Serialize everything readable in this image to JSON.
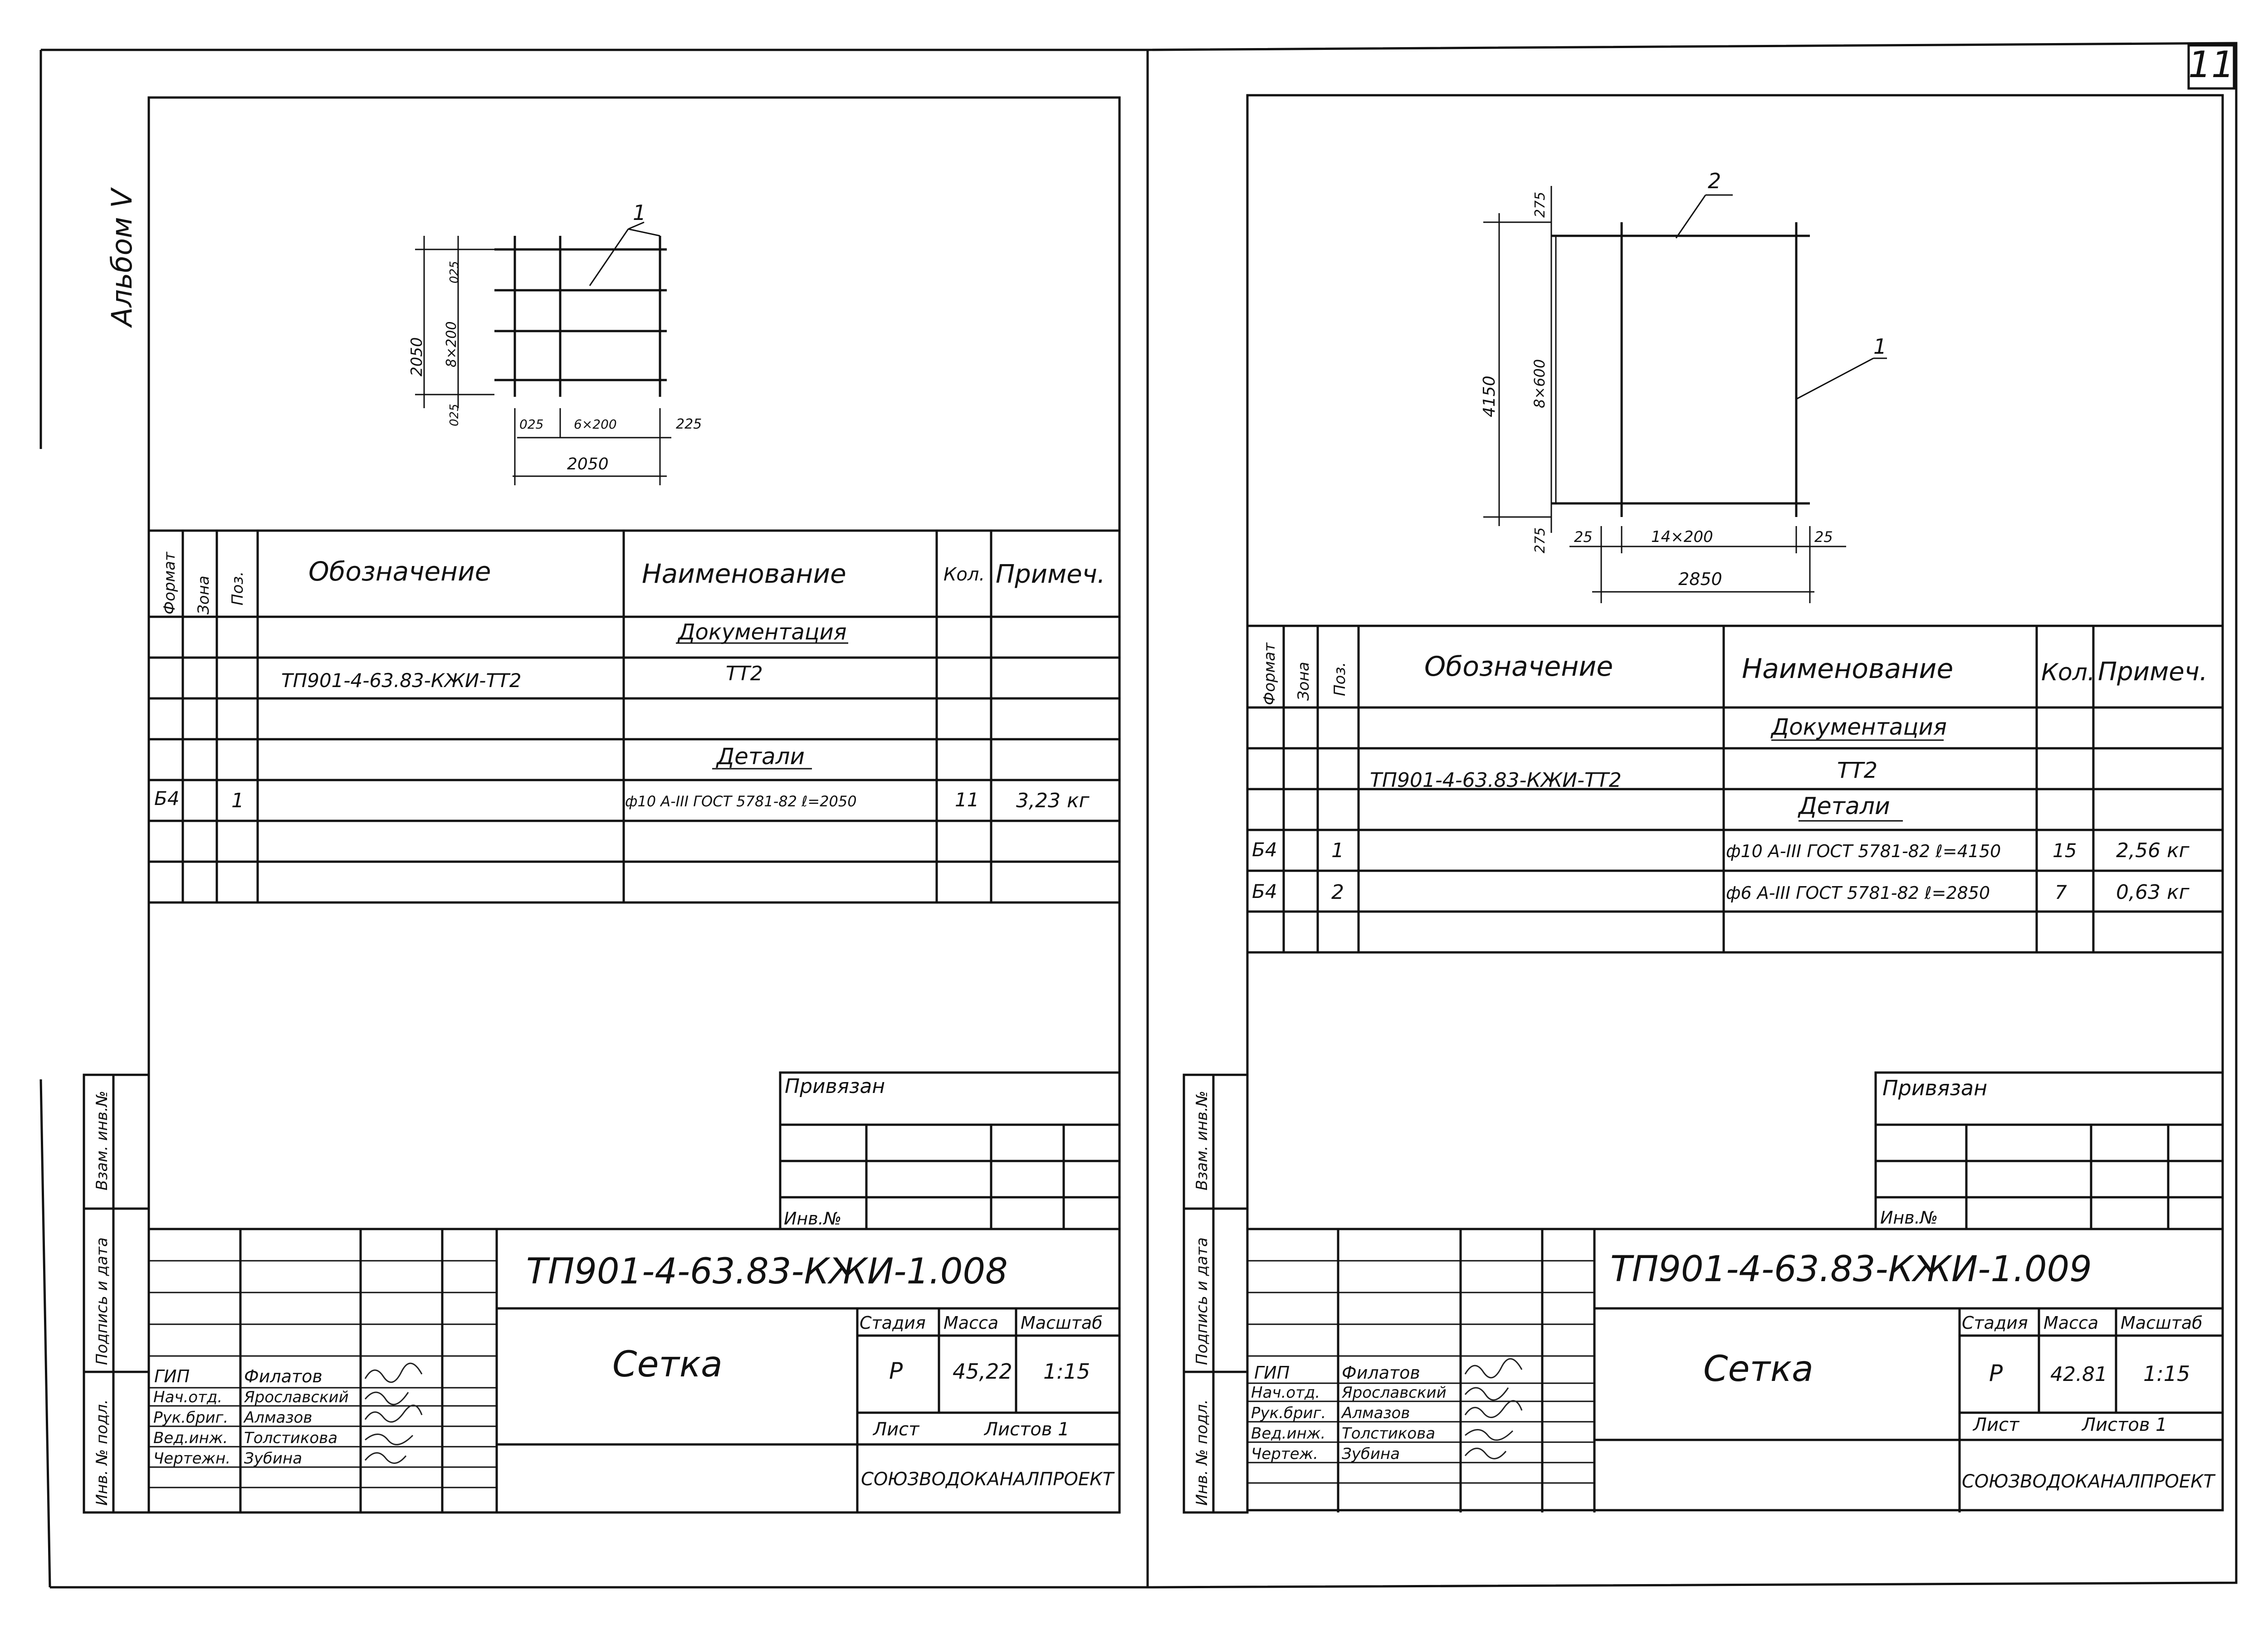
{
  "page_number": "11",
  "album_label": "Альбом V",
  "side_stamp": {
    "vzam_inv": "Взам. инв.№",
    "podpis_data": "Подпись и дата",
    "inv_podl": "Инв. № подл."
  },
  "common": {
    "header_format": "Формат",
    "header_zona": "Зона",
    "header_poz": "Поз.",
    "header_oboznachenie": "Обозначение",
    "header_naimenovanie": "Наименование",
    "header_kol": "Кол.",
    "header_primech": "Примеч.",
    "section_docs": "Документация",
    "section_details": "Детали",
    "privyazan": "Привязан",
    "inv_no": "Инв.№",
    "stadiya_label": "Стадия",
    "massa_label": "Масса",
    "masshtab_label": "Масштаб",
    "list_label": "Лист",
    "listov_label": "Листов 1",
    "org": "СОЮЗВОДОКАНАЛПРОЕКТ"
  },
  "sheet_left": {
    "drawing": {
      "leader_label": "1",
      "dim_height": "2050",
      "dim_rows": "8×200",
      "dim_top": "025",
      "dim_bottom": "025",
      "dim_left_off": "025",
      "dim_cols": "6×200",
      "dim_right_off": "225",
      "dim_width": "2050"
    },
    "spec_doc_code": "ТП901-4-63.83-КЖИ-ТТ2",
    "spec_doc_name": "ТТ2",
    "spec_rows": [
      {
        "format": "Б4",
        "poz": "1",
        "name": "ф10 А-III ГОСТ 5781-82 ℓ=2050",
        "qty": "11",
        "note": "3,23 кг"
      }
    ],
    "title_code": "ТП901-4-63.83-КЖИ-1.008",
    "title_name": "Сетка",
    "stadiya": "Р",
    "massa": "45,22",
    "masshtab": "1:15",
    "signatures": [
      {
        "role": "ГИП",
        "name": "Филатов"
      },
      {
        "role": "Нач.отд.",
        "name": "Ярославский"
      },
      {
        "role": "Рук.бриг.",
        "name": "Алмазов"
      },
      {
        "role": "Вед.инж.",
        "name": "Толстикова"
      },
      {
        "role": "Чертежн.",
        "name": "Зубина"
      }
    ]
  },
  "sheet_right": {
    "drawing": {
      "leader_label_top": "2",
      "leader_label_side": "1",
      "dim_height": "4150",
      "dim_rows": "8×600",
      "dim_top": "275",
      "dim_bottom": "275",
      "dim_left_off": "25",
      "dim_cols": "14×200",
      "dim_right_off": "25",
      "dim_width": "2850"
    },
    "spec_doc_code": "ТП901-4-63.83-КЖИ-ТТ2",
    "spec_doc_name": "ТТ2",
    "spec_rows": [
      {
        "format": "Б4",
        "poz": "1",
        "name": "ф10 А-III ГОСТ 5781-82 ℓ=4150",
        "qty": "15",
        "note": "2,56 кг"
      },
      {
        "format": "Б4",
        "poz": "2",
        "name": "ф6 А-III ГОСТ 5781-82 ℓ=2850",
        "qty": "7",
        "note": "0,63 кг"
      }
    ],
    "title_code": "ТП901-4-63.83-КЖИ-1.009",
    "title_name": "Сетка",
    "stadiya": "Р",
    "massa": "42.81",
    "masshtab": "1:15",
    "signatures": [
      {
        "role": "ГИП",
        "name": "Филатов"
      },
      {
        "role": "Нач.отд.",
        "name": "Ярославский"
      },
      {
        "role": "Рук.бриг.",
        "name": "Алмазов"
      },
      {
        "role": "Вед.инж.",
        "name": "Толстикова"
      },
      {
        "role": "Чертеж.",
        "name": "Зубина"
      }
    ]
  }
}
